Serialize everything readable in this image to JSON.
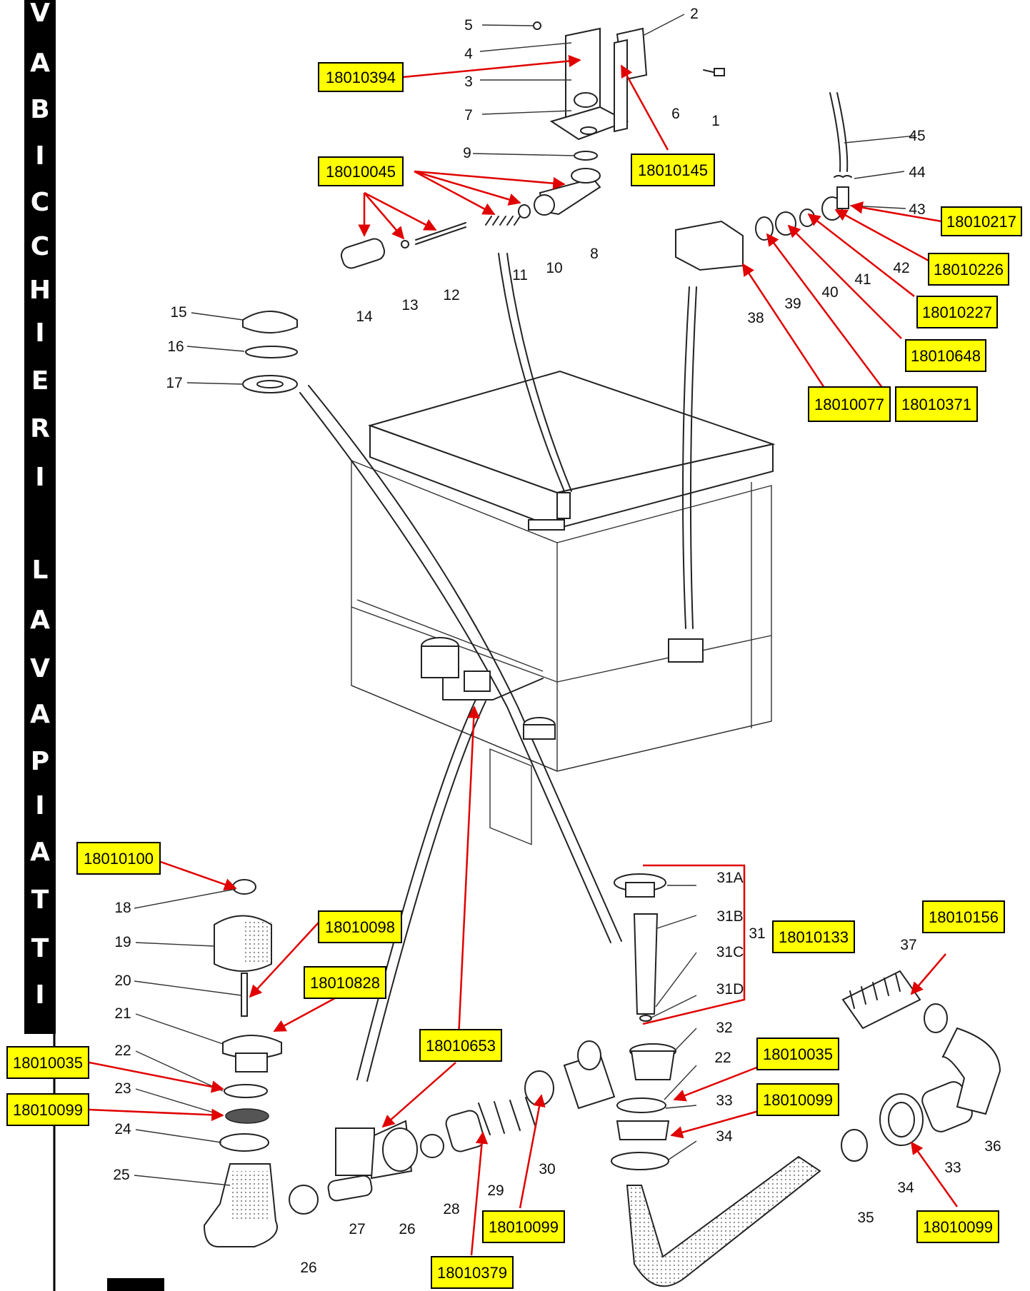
{
  "sidebar": {
    "letters": [
      "V",
      "A",
      "B",
      "I",
      "C",
      "C",
      "H",
      "I",
      "E",
      "R",
      "I",
      "",
      "L",
      "A",
      "V",
      "A",
      "P",
      "I",
      "A",
      "T",
      "T",
      "I"
    ],
    "bar_color": "#000000",
    "text_color": "#ffffff"
  },
  "part_numbers": [
    {
      "id": "5",
      "text": "5"
    },
    {
      "id": "2",
      "text": "2"
    },
    {
      "id": "4",
      "text": "4"
    },
    {
      "id": "3",
      "text": "3"
    },
    {
      "id": "7",
      "text": "7"
    },
    {
      "id": "6",
      "text": "6"
    },
    {
      "id": "1",
      "text": "1"
    },
    {
      "id": "9",
      "text": "9"
    },
    {
      "id": "45",
      "text": "45"
    },
    {
      "id": "44",
      "text": "44"
    },
    {
      "id": "43",
      "text": "43"
    },
    {
      "id": "42",
      "text": "42"
    },
    {
      "id": "41",
      "text": "41"
    },
    {
      "id": "40",
      "text": "40"
    },
    {
      "id": "39",
      "text": "39"
    },
    {
      "id": "38",
      "text": "38"
    },
    {
      "id": "8",
      "text": "8"
    },
    {
      "id": "10",
      "text": "10"
    },
    {
      "id": "11",
      "text": "11"
    },
    {
      "id": "12",
      "text": "12"
    },
    {
      "id": "13",
      "text": "13"
    },
    {
      "id": "14",
      "text": "14"
    },
    {
      "id": "15",
      "text": "15"
    },
    {
      "id": "16",
      "text": "16"
    },
    {
      "id": "17",
      "text": "17"
    },
    {
      "id": "18",
      "text": "18"
    },
    {
      "id": "19",
      "text": "19"
    },
    {
      "id": "20",
      "text": "20"
    },
    {
      "id": "21",
      "text": "21"
    },
    {
      "id": "22a",
      "text": "22"
    },
    {
      "id": "23",
      "text": "23"
    },
    {
      "id": "24",
      "text": "24"
    },
    {
      "id": "25",
      "text": "25"
    },
    {
      "id": "26a",
      "text": "26"
    },
    {
      "id": "27",
      "text": "27"
    },
    {
      "id": "26b",
      "text": "26"
    },
    {
      "id": "28",
      "text": "28"
    },
    {
      "id": "29",
      "text": "29"
    },
    {
      "id": "30",
      "text": "30"
    },
    {
      "id": "31A",
      "text": "31A"
    },
    {
      "id": "31B",
      "text": "31B"
    },
    {
      "id": "31",
      "text": "31"
    },
    {
      "id": "31C",
      "text": "31C"
    },
    {
      "id": "31D",
      "text": "31D"
    },
    {
      "id": "32",
      "text": "32"
    },
    {
      "id": "22b",
      "text": "22"
    },
    {
      "id": "33a",
      "text": "33"
    },
    {
      "id": "34a",
      "text": "34"
    },
    {
      "id": "35",
      "text": "35"
    },
    {
      "id": "37",
      "text": "37"
    },
    {
      "id": "36",
      "text": "36"
    },
    {
      "id": "33b",
      "text": "33"
    },
    {
      "id": "34b",
      "text": "34"
    }
  ],
  "codes": [
    {
      "id": "c1",
      "text": "18010394"
    },
    {
      "id": "c2",
      "text": "18010045"
    },
    {
      "id": "c3",
      "text": "18010145"
    },
    {
      "id": "c4",
      "text": "18010217"
    },
    {
      "id": "c5",
      "text": "18010226"
    },
    {
      "id": "c6",
      "text": "18010227"
    },
    {
      "id": "c7",
      "text": "18010648"
    },
    {
      "id": "c8",
      "text": "18010077"
    },
    {
      "id": "c9",
      "text": "18010371"
    },
    {
      "id": "c10",
      "text": "18010100"
    },
    {
      "id": "c11",
      "text": "18010098"
    },
    {
      "id": "c12",
      "text": "18010828"
    },
    {
      "id": "c13",
      "text": "18010133"
    },
    {
      "id": "c14",
      "text": "18010156"
    },
    {
      "id": "c15",
      "text": "18010653"
    },
    {
      "id": "c16",
      "text": "18010035"
    },
    {
      "id": "c17",
      "text": "18010099"
    },
    {
      "id": "c18",
      "text": "18010035"
    },
    {
      "id": "c19",
      "text": "18010099"
    },
    {
      "id": "c20",
      "text": "18010099"
    },
    {
      "id": "c21",
      "text": "18010099"
    },
    {
      "id": "c22",
      "text": "18010379"
    }
  ],
  "colors": {
    "code_box_fill": "#ffff00",
    "arrow": "#e00000",
    "line_art": "#222222"
  }
}
